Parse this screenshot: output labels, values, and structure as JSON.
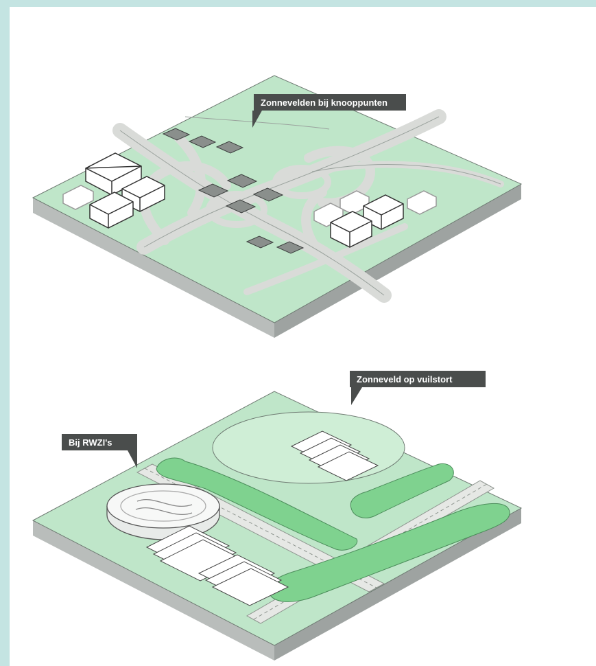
{
  "colors": {
    "background": "#c4e4e2",
    "ground": "#bfe6c9",
    "ground_light": "#cfeed6",
    "side_left": "#b9bdbb",
    "side_right": "#9ea3a1",
    "road": "#d9dbd8",
    "tree": "#7fd28f",
    "building": "#ffffff",
    "callout": "#4a4d4c",
    "solar": "#8a8f8c"
  },
  "scenes": [
    {
      "id": "knooppunten",
      "callout": "Zonnevelden bij knooppunten"
    },
    {
      "id": "vuilstort_rwzi",
      "callouts": [
        "Zonneveld op vuilstort",
        "Bij RWZI's"
      ]
    }
  ],
  "icons": {
    "callout_top": "speech-bubble-icon",
    "callout_vuilstort": "speech-bubble-icon",
    "callout_rwzi": "speech-bubble-icon"
  }
}
